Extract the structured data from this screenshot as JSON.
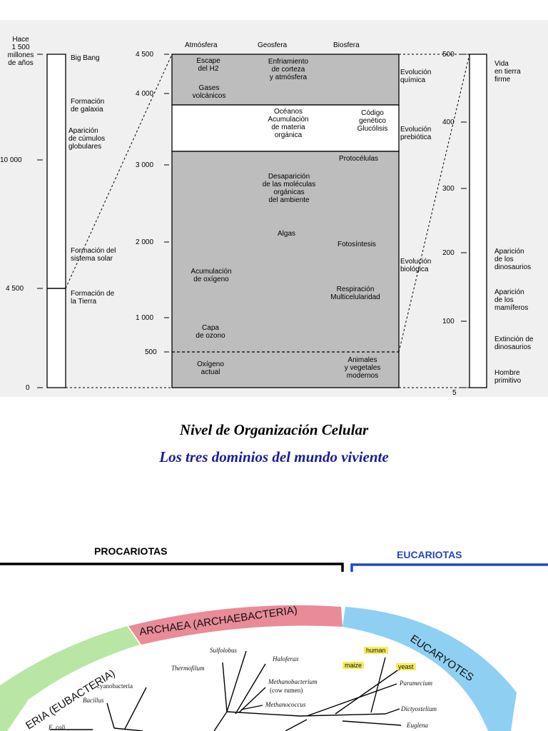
{
  "timeline": {
    "left_scale": {
      "header": [
        "Hace",
        "1 500",
        "millones",
        "de años"
      ],
      "ticks": [
        "10 000",
        "4 500",
        "0"
      ],
      "events": [
        [
          "Big Bang"
        ],
        [
          "Formación",
          "de galaxia"
        ],
        [
          "Aparición",
          "de cúmulos",
          "globulares"
        ],
        [
          "Formación del",
          "sistema solar"
        ],
        [
          "Formación de",
          "la Tierra"
        ]
      ]
    },
    "columns": [
      "Atmósfera",
      "Geosfera",
      "Biosfera"
    ],
    "mid_ticks": [
      "4 500",
      "4 000",
      "3 000",
      "2 000",
      "1 000",
      "500"
    ],
    "box_labels": {
      "escape": [
        "Escape",
        "del H2"
      ],
      "gases": [
        "Gases",
        "volcánicos"
      ],
      "enfriamiento": [
        "Enfriamiento",
        "de corteza",
        "y atmósfera"
      ],
      "oceanos": [
        "Océanos",
        "Acumulación",
        "de materia",
        "orgánica"
      ],
      "codigo": [
        "Código",
        "genético",
        "Glucólisis"
      ],
      "protocelulas": [
        "Protocélulas"
      ],
      "desaparicion": [
        "Desaparición",
        "de las moléculas",
        "orgánicas",
        "del ambiente"
      ],
      "algas": [
        "Algas"
      ],
      "fotosintesis": [
        "Fotosíntesis"
      ],
      "acumulacion_oxigeno": [
        "Acumulación",
        "de oxígeno"
      ],
      "respiracion": [
        "Respiración",
        "Multicelularidad"
      ],
      "capa_ozono": [
        "Capa",
        "de ozono"
      ],
      "oxigeno_actual": [
        "Oxígeno",
        "actual"
      ],
      "animales": [
        "Animales",
        "y vegetales",
        "modernos"
      ]
    },
    "stages": [
      [
        "Evolución",
        "química"
      ],
      [
        "Evolución",
        "prebiótica"
      ],
      [
        "Evolución",
        "biológica"
      ]
    ],
    "right_ticks": [
      "500",
      "400",
      "300",
      "200",
      "100",
      "5"
    ],
    "right_events": [
      [
        "Vida",
        "en tierra",
        "firme"
      ],
      [
        "Aparición",
        "de los",
        "dinosaurios"
      ],
      [
        "Aparición",
        "de los",
        "mamíferos"
      ],
      [
        "Extinción de",
        "dinosaurios"
      ],
      [
        "Hombre",
        "primitivo"
      ]
    ]
  },
  "captions": {
    "title": "Nivel de Organización Celular",
    "subtitle": "Los tres dominios del mundo viviente"
  },
  "tree": {
    "procariotas": "PROCARIOTAS",
    "eucariotas": "EUCARIOTAS",
    "archaea_band": "ARCHAEA (ARCHAEBACTERIA)",
    "bacteria_band": "ERIA (EUBACTERIA)",
    "eucaryotes_band": "EUCARYOTES",
    "organisms": {
      "sulfolobus": "Sulfolobus",
      "haloferax": "Haloferax",
      "thermofilum": "Thermofilum",
      "methanobacterium": "Methanobacterium",
      "cow_rumen": "(cow rumen)",
      "methanococcus": "Methanococcus",
      "cyanobacteria": "cyanobacteria",
      "bacillus": "Bacillus",
      "ecoli": "E. coli",
      "human": "human",
      "maize": "maize",
      "yeast": "yeast",
      "paramecium": "Paramecium",
      "dictyostelium": "Dictyostelium",
      "euglena": "Euglena"
    },
    "colors": {
      "archaea": "#e98b98",
      "bacteria": "#b9e6a5",
      "eucaryotes": "#8fd0f2",
      "eucariotas_text": "#2346c8"
    }
  }
}
